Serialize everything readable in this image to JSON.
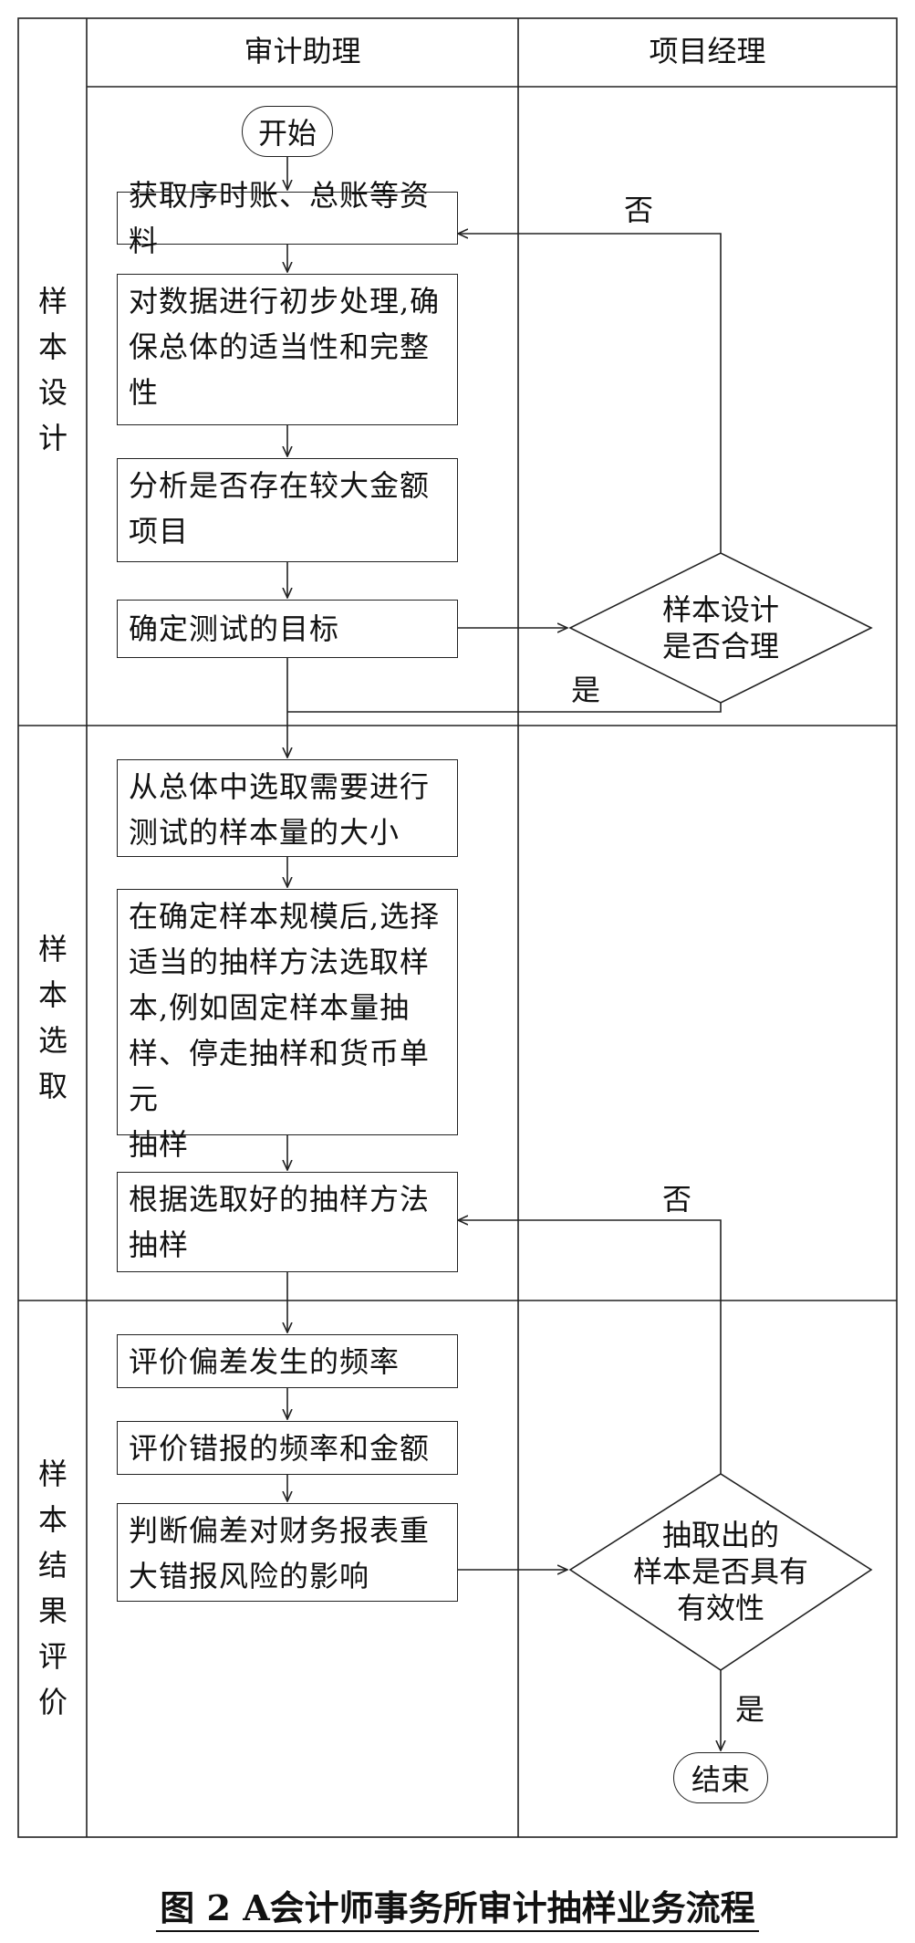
{
  "headers": {
    "col1": "审计助理",
    "col2": "项目经理"
  },
  "lanes": {
    "design": [
      "样",
      "本",
      "设",
      "计"
    ],
    "select": [
      "样",
      "本",
      "选",
      "取"
    ],
    "evaluate": [
      "样",
      "本",
      "结",
      "果",
      "评",
      "价"
    ]
  },
  "nodes": {
    "start": "开始",
    "step1": "获取序时账、总账等资料",
    "step2": [
      "对数据进行初步处理,确",
      "保总体的适当性和完整",
      "性"
    ],
    "step3": [
      "分析是否存在较大金额",
      "项目"
    ],
    "step4": "确定测试的目标",
    "decision1": [
      "样本设计",
      "是否合理"
    ],
    "step5": [
      "从总体中选取需要进行",
      "测试的样本量的大小"
    ],
    "step6": [
      "在确定样本规模后,选择",
      "适当的抽样方法选取样",
      "本,例如固定样本量抽",
      "样、停走抽样和货币单元",
      "抽样"
    ],
    "step7": [
      "根据选取好的抽样方法",
      "抽样"
    ],
    "step8": "评价偏差发生的频率",
    "step9": "评价错报的频率和金额",
    "step10": [
      "判断偏差对财务报表重",
      "大错报风险的影响"
    ],
    "decision2": [
      "抽取出的",
      "样本是否具有",
      "有效性"
    ],
    "end": "结束"
  },
  "edge_labels": {
    "no1": "否",
    "yes1": "是",
    "no2": "否",
    "yes2": "是"
  },
  "caption": "图 2  A会计师事务所审计抽样业务流程"
}
